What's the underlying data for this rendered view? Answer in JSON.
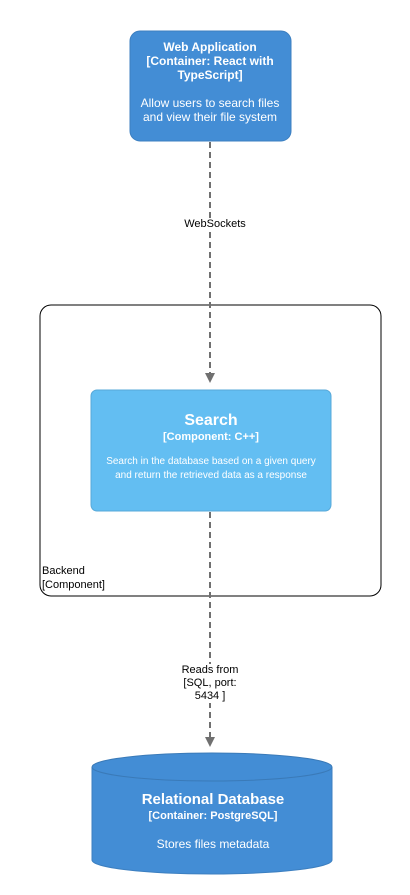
{
  "web_app": {
    "title": "Web Application",
    "technology_line1": "[Container: React with",
    "technology_line2": "TypeScript]",
    "description_line1": "Allow users to search files",
    "description_line2": "and view their file system"
  },
  "backend": {
    "name": "Backend",
    "type": "[Component]"
  },
  "search": {
    "title": "Search",
    "technology": "[Component: C++]",
    "description_line1": "Search in the database based on a given query",
    "description_line2": "and return the retrieved data as a response"
  },
  "database": {
    "title": "Relational Database",
    "technology": "[Container: PostgreSQL]",
    "description": "Stores files metadata"
  },
  "edges": {
    "websockets": "WebSockets",
    "reads_line1": "Reads from",
    "reads_line2": "[SQL, port:",
    "reads_line3": "5434 ]"
  },
  "colors": {
    "container": "#438dd5",
    "container_border": "#3c7fc0",
    "component": "#63bef2",
    "component_border": "#57a8d8",
    "database": "#438dd5",
    "arrow": "#707070",
    "boundary": "#000000"
  }
}
